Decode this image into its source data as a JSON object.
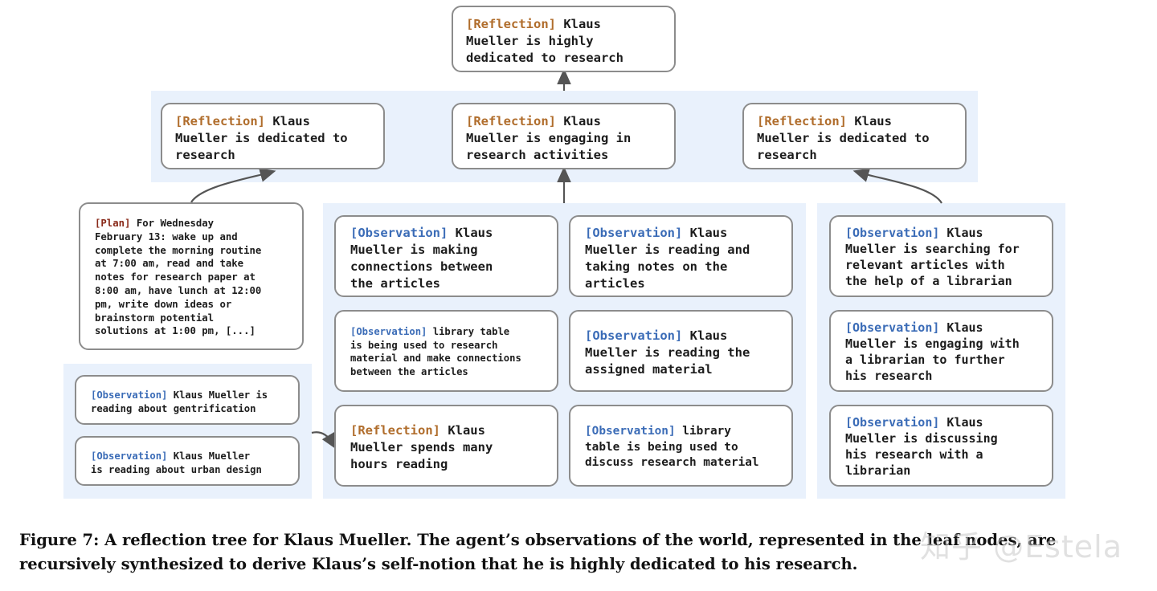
{
  "diagram": {
    "nodes": {
      "top": {
        "tag": "[Reflection]",
        "text": " Klaus\nMueller is highly\ndedicated to research"
      },
      "ref_l": {
        "tag": "[Reflection]",
        "text": " Klaus\nMueller is dedicated to\nresearch"
      },
      "ref_m": {
        "tag": "[Reflection]",
        "text": " Klaus\nMueller is engaging in\nresearch activities"
      },
      "ref_r": {
        "tag": "[Reflection]",
        "text": " Klaus\nMueller is dedicated to\nresearch"
      },
      "plan": {
        "tag": "[Plan]",
        "text": " For Wednesday\nFebruary 13: wake up and\ncomplete the morning routine\nat 7:00 am, read and take\nnotes for research paper at\n8:00 am, have lunch at 12:00\npm, write down ideas or\nbrainstorm potential\nsolutions at 1:00 pm, [...]"
      },
      "obs_ll1": {
        "tag": "[Observation]",
        "text": " Klaus Mueller is\nreading about gentrification"
      },
      "obs_ll2": {
        "tag": "[Observation]",
        "text": " Klaus Mueller\nis reading about urban design"
      },
      "obs_m1": {
        "tag": "[Observation]",
        "text": " Klaus\nMueller is making\nconnections between\nthe articles"
      },
      "obs_m2": {
        "tag": "[Observation]",
        "text": " Klaus\nMueller is reading and\ntaking notes on the\narticles"
      },
      "obs_m3": {
        "tag": "[Observation]",
        "text": " library table\nis being used to research\nmaterial and make connections\nbetween the articles"
      },
      "obs_m4": {
        "tag": "[Observation]",
        "text": " Klaus\nMueller is reading the\nassigned material"
      },
      "ref_m5": {
        "tag": "[Reflection]",
        "text": " Klaus\nMueller spends many\nhours reading"
      },
      "obs_m6": {
        "tag": "[Observation]",
        "text": " library\ntable is being used to\ndiscuss research material"
      },
      "obs_r1": {
        "tag": "[Observation]",
        "text": " Klaus\nMueller is searching for\nrelevant articles with\nthe help of a librarian"
      },
      "obs_r2": {
        "tag": "[Observation]",
        "text": " Klaus\nMueller is engaging with\na librarian to further\nhis research"
      },
      "obs_r3": {
        "tag": "[Observation]",
        "text": " Klaus\nMueller is discussing\nhis research with a\nlibrarian"
      }
    }
  },
  "caption": "Figure 7: A reflection tree for Klaus Mueller. The agent’s observations of the world, represented in the leaf nodes, are recursively synthesized to derive Klaus’s self-notion that he is highly dedicated to his research.",
  "watermark": "知乎 @Estela",
  "colors": {
    "reflection_tag": "#b06d2c",
    "observation_tag": "#3b6cb7",
    "plan_tag": "#8a2b1b",
    "panel": "#e9f1fc",
    "node_border": "#8c8c8c"
  }
}
